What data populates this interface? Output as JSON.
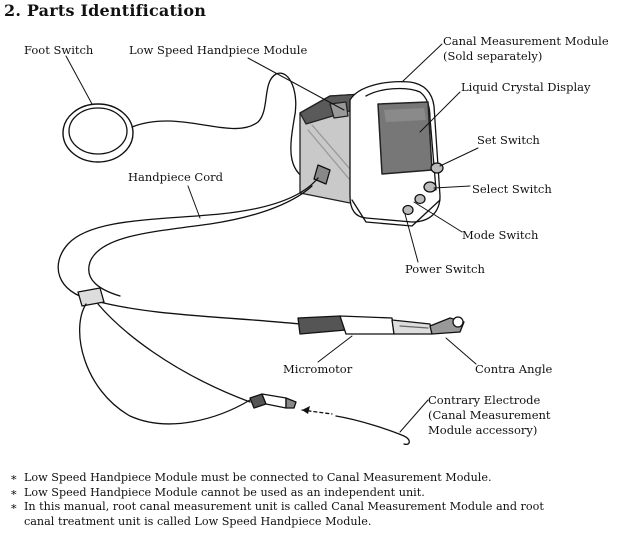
{
  "section": {
    "title": "2.  Parts Identification"
  },
  "labels": {
    "foot_switch": "Foot Switch",
    "low_speed_module": "Low Speed Handpiece Module",
    "canal_module_line1": "Canal Measurement Module",
    "canal_module_line2": "(Sold separately)",
    "lcd": "Liquid Crystal Display",
    "set_switch": "Set Switch",
    "select_switch": "Select Switch",
    "mode_switch": "Mode Switch",
    "power_switch": "Power Switch",
    "handpiece_cord": "Handpiece Cord",
    "micromotor": "Micromotor",
    "contra_angle": "Contra Angle",
    "electrode_line1": "Contrary Electrode",
    "electrode_line2": "(Canal Measurement",
    "electrode_line3": "Module accessory)"
  },
  "notes": {
    "bullet": "∗",
    "items": [
      "Low Speed Handpiece Module must be connected to Canal Measurement Module.",
      "Low Speed Handpiece Module cannot be used as an independent unit.",
      "In this manual, root canal measurement unit is called Canal Measurement Module and root"
    ],
    "continuation": "canal treatment unit is called Low Speed Handpiece Module."
  }
}
